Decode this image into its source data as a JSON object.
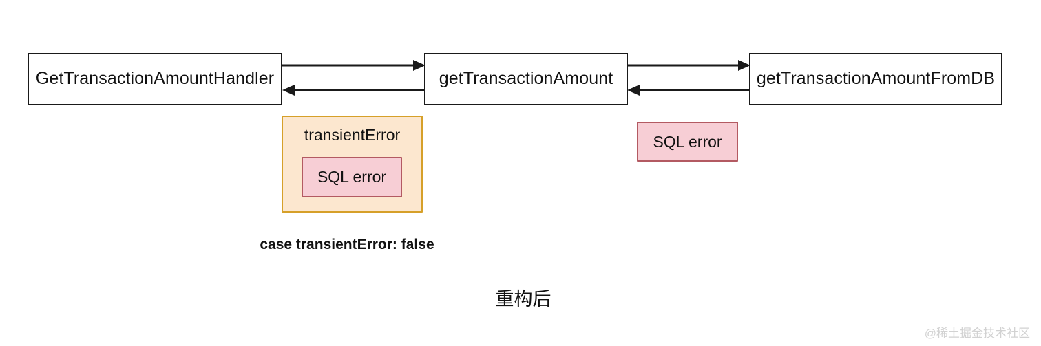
{
  "diagram": {
    "title_caption": "重构后",
    "case_caption": "case transientError: false",
    "watermark": "@稀土掘金技术社区",
    "boxes": [
      {
        "id": "handler",
        "label": "GetTransactionAmountHandler"
      },
      {
        "id": "get",
        "label": "getTransactionAmount"
      },
      {
        "id": "db",
        "label": "getTransactionAmountFromDB"
      }
    ],
    "arrows": [
      {
        "id": "handler-to-get",
        "direction": "right",
        "from": "GetTransactionAmountHandler",
        "to": "getTransactionAmount"
      },
      {
        "id": "get-to-handler",
        "direction": "left",
        "from": "getTransactionAmount",
        "to": "GetTransactionAmountHandler"
      },
      {
        "id": "get-to-db",
        "direction": "right",
        "from": "getTransactionAmount",
        "to": "getTransactionAmountFromDB"
      },
      {
        "id": "db-to-get",
        "direction": "left",
        "from": "getTransactionAmountFromDB",
        "to": "getTransactionAmount"
      }
    ],
    "groups": [
      {
        "id": "transient-error",
        "title": "transientError",
        "inner_label": "SQL error",
        "fill": "#fce7cf",
        "stroke": "#d6a029"
      }
    ],
    "error_badges": [
      {
        "id": "sql-error-right",
        "label": "SQL error",
        "fill": "#f7ced5",
        "stroke": "#b35a62"
      }
    ],
    "colors": {
      "box_stroke": "#1a1a1a",
      "box_fill": "#ffffff",
      "group_fill": "#fce7cf",
      "group_stroke": "#d6a029",
      "error_fill": "#f7ced5",
      "error_stroke": "#b35a62",
      "text": "#111111",
      "watermark": "#d2d2d2"
    }
  }
}
